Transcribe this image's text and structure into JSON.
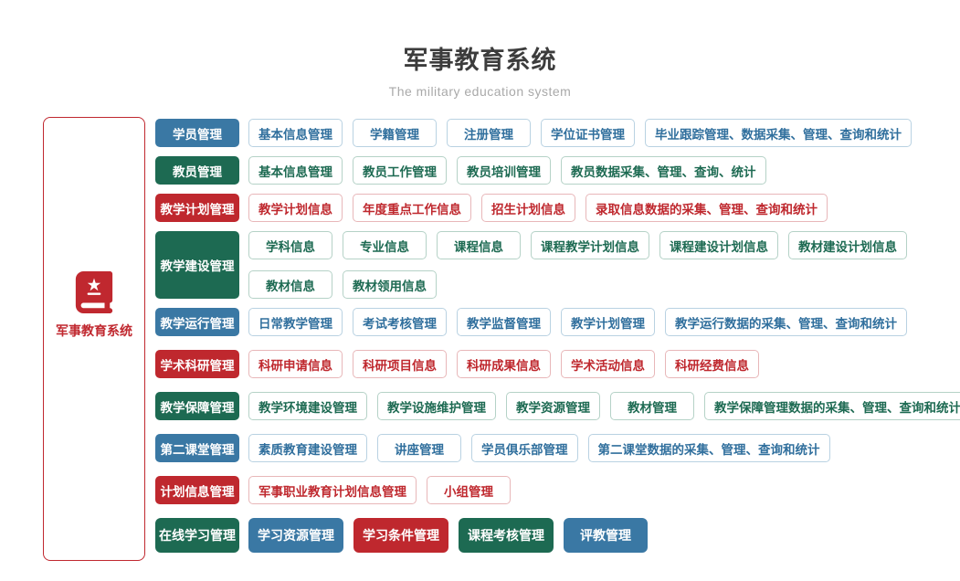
{
  "header": {
    "title": "军事教育系统",
    "subtitle": "The military education system"
  },
  "sidebar": {
    "label": "军事教育系统",
    "icon": "book-star-icon"
  },
  "colors": {
    "blue": "#3a78a4",
    "green": "#1d6a52",
    "red": "#bf282e",
    "outline_blue_text": "#306f9d",
    "outline_green_text": "#1d6a52",
    "outline_red_text": "#bf282e"
  },
  "rows": [
    {
      "category": {
        "label": "学员管理",
        "color": "blue"
      },
      "item_rows": [
        [
          {
            "label": "基本信息管理",
            "color": "blue"
          },
          {
            "label": "学籍管理",
            "color": "blue"
          },
          {
            "label": "注册管理",
            "color": "blue"
          },
          {
            "label": "学位证书管理",
            "color": "blue"
          },
          {
            "label": "毕业跟踪管理、数据采集、管理、查询和统计",
            "color": "blue"
          }
        ]
      ]
    },
    {
      "category": {
        "label": "教员管理",
        "color": "green"
      },
      "item_rows": [
        [
          {
            "label": "基本信息管理",
            "color": "green"
          },
          {
            "label": "教员工作管理",
            "color": "green"
          },
          {
            "label": "教员培训管理",
            "color": "green"
          },
          {
            "label": "教员数据采集、管理、查询、统计",
            "color": "green"
          }
        ]
      ]
    },
    {
      "category": {
        "label": "教学计划管理",
        "color": "red"
      },
      "item_rows": [
        [
          {
            "label": "教学计划信息",
            "color": "red"
          },
          {
            "label": "年度重点工作信息",
            "color": "red"
          },
          {
            "label": "招生计划信息",
            "color": "red"
          },
          {
            "label": "录取信息数据的采集、管理、查询和统计",
            "color": "red"
          }
        ]
      ]
    },
    {
      "category": {
        "label": "教学建设管理",
        "color": "green"
      },
      "item_rows": [
        [
          {
            "label": "学科信息",
            "color": "green"
          },
          {
            "label": "专业信息",
            "color": "green"
          },
          {
            "label": "课程信息",
            "color": "green"
          },
          {
            "label": "课程教学计划信息",
            "color": "green"
          },
          {
            "label": "课程建设计划信息",
            "color": "green"
          },
          {
            "label": "教材建设计划信息",
            "color": "green"
          }
        ],
        [
          {
            "label": "教材信息",
            "color": "green"
          },
          {
            "label": "教材领用信息",
            "color": "green"
          }
        ]
      ]
    },
    {
      "category": {
        "label": "教学运行管理",
        "color": "blue"
      },
      "item_rows": [
        [
          {
            "label": "日常教学管理",
            "color": "blue"
          },
          {
            "label": "考试考核管理",
            "color": "blue"
          },
          {
            "label": "教学监督管理",
            "color": "blue"
          },
          {
            "label": "教学计划管理",
            "color": "blue"
          },
          {
            "label": "教学运行数据的采集、管理、查询和统计",
            "color": "blue"
          }
        ]
      ]
    },
    {
      "category": {
        "label": "学术科研管理",
        "color": "red"
      },
      "item_rows": [
        [
          {
            "label": "科研申请信息",
            "color": "red"
          },
          {
            "label": "科研项目信息",
            "color": "red"
          },
          {
            "label": "科研成果信息",
            "color": "red"
          },
          {
            "label": "学术活动信息",
            "color": "red"
          },
          {
            "label": "科研经费信息",
            "color": "red"
          }
        ]
      ]
    },
    {
      "category": {
        "label": "教学保障管理",
        "color": "green"
      },
      "item_rows": [
        [
          {
            "label": "教学环境建设管理",
            "color": "green"
          },
          {
            "label": "教学设施维护管理",
            "color": "green"
          },
          {
            "label": "教学资源管理",
            "color": "green"
          },
          {
            "label": "教材管理",
            "color": "green"
          },
          {
            "label": "教学保障管理数据的采集、管理、查询和统计",
            "color": "green"
          }
        ]
      ]
    },
    {
      "category": {
        "label": "第二课堂管理",
        "color": "blue"
      },
      "item_rows": [
        [
          {
            "label": "素质教育建设管理",
            "color": "blue"
          },
          {
            "label": "讲座管理",
            "color": "blue"
          },
          {
            "label": "学员俱乐部管理",
            "color": "blue"
          },
          {
            "label": "第二课堂数据的采集、管理、查询和统计",
            "color": "blue"
          }
        ]
      ]
    },
    {
      "category": {
        "label": "计划信息管理",
        "color": "red"
      },
      "item_rows": [
        [
          {
            "label": "军事职业教育计划信息管理",
            "color": "red"
          },
          {
            "label": "小组管理",
            "color": "red"
          }
        ]
      ]
    },
    {
      "category": {
        "label": "在线学习管理",
        "color": "green"
      },
      "item_rows": [
        [
          {
            "label": "学习资源管理",
            "color": "blue",
            "variant": "solid"
          },
          {
            "label": "学习条件管理",
            "color": "red",
            "variant": "solid"
          },
          {
            "label": "课程考核管理",
            "color": "green",
            "variant": "solid"
          },
          {
            "label": "评教管理",
            "color": "blue",
            "variant": "solid"
          }
        ]
      ]
    }
  ]
}
